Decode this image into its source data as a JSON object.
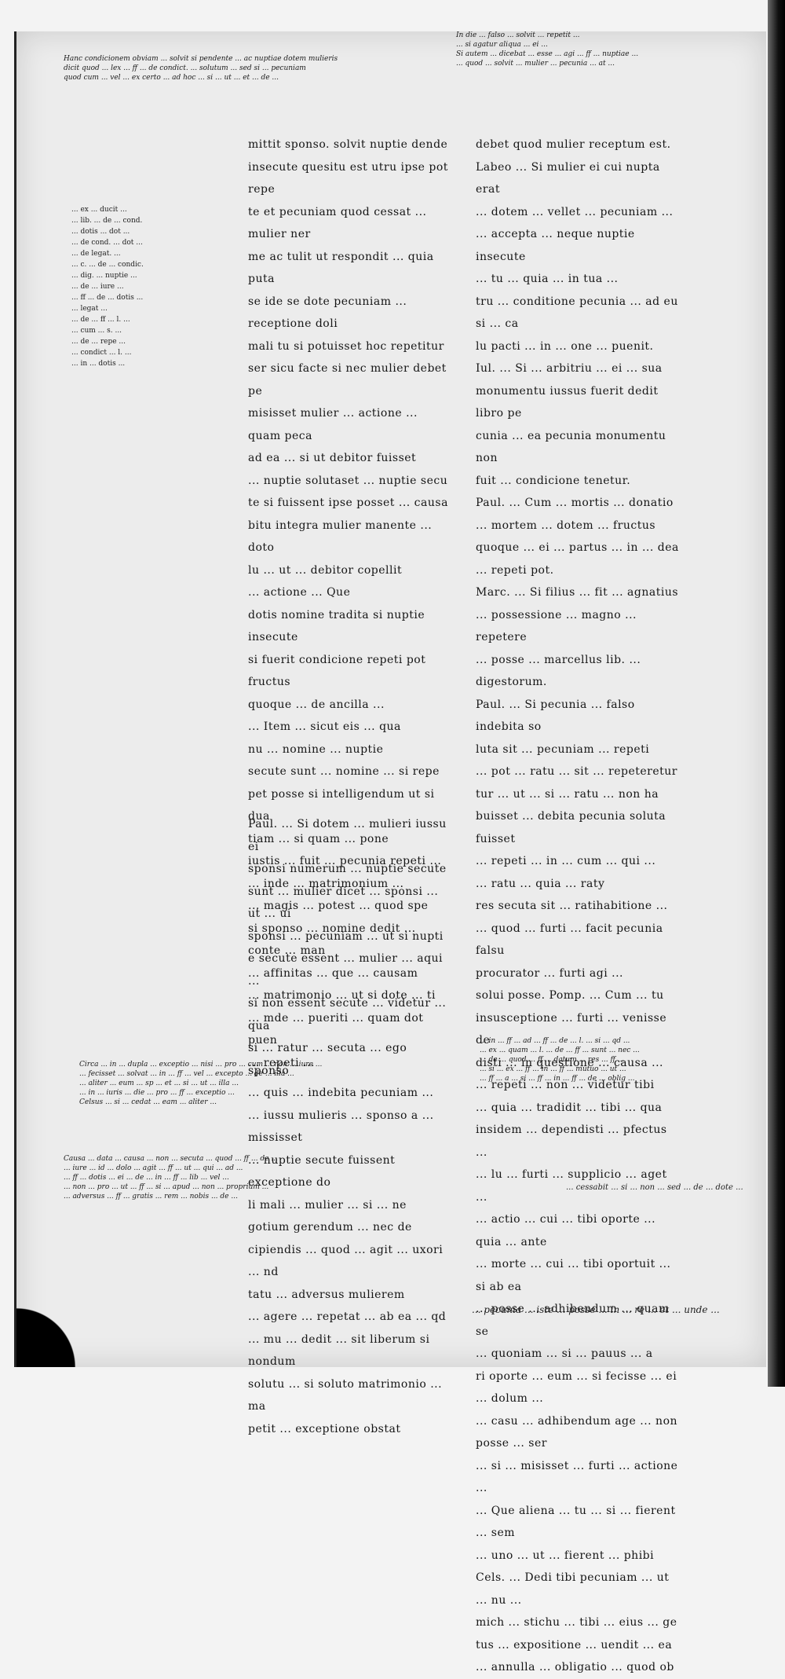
{
  "folio": "",
  "top_gloss": [
    "Hanc condicionem obviam ... solvit si pendente ... ac nuptiae dotem mulieris",
    "dicit quod ... lex ... ff ... de condict. ... solutum ... sed si ... pecuniam",
    "quod cum ... vel ... ex certo ... ad hoc ... si ... ut ... et ... de ..."
  ],
  "right_top_gloss": [
    "In die ... falso ... solvit ... repetit ...",
    "... si agatur aliqua ... ei ...",
    "Si autem ... dicebat ... esse ... agi ... ff ... nuptiae ...",
    "... quod ... solvit ... mulier ... pecunia ... at ..."
  ],
  "column_a": [
    "mittit sponso. solvit nuptie dende",
    "insecute quesitu est utru ipse pot repe",
    "te et pecuniam quod cessat ... mulier ner",
    "me ac tulit ut respondit ... quia puta",
    "se ide se dote pecuniam ... receptione doli",
    "mali tu si potuisset hoc repetitur",
    "ser sicu facte si nec mulier debet pe",
    "misisset mulier ... actione ... quam peca",
    "ad ea ... si ut debitor fuisset",
    "... nuptie solutaset ... nuptie secu",
    "te si fuissent ipse posset ... causa",
    "bitu integra mulier manente ... doto",
    "lu ... ut ... debitor copellit",
    "... actione ... Que",
    "dotis nomine tradita si nuptie insecute",
    "si fuerit condicione repeti pot fructus",
    "quoque ... de ancilla ...",
    "... Item ... sicut eis ... qua",
    "nu ... nomine ... nuptie",
    "secute sunt ... nomine ... si repe",
    "pet posse si intelligendum ut si dua",
    "tiam ... si quam ... pone",
    "iustis ... fuit ... pecunia repeti ...",
    "... inde ... matrimonium ...",
    "... magis ... potest ... quod spe",
    "si sponso ... nomine dedit ... conte ... man",
    "... affinitas ... que ... causam",
    "... matrimonio ... ut si dote ... ti",
    "... mde ... pueriti ... quam dot puen",
    "... repeti ..."
  ],
  "column_a_p2": [
    "Paul. ... Si dotem ... mulieri iussu ei",
    "sponsi numerum ... nuptie secute",
    "sunt ... mulier dicet ... sponsi ... ut ... ui",
    "sponsi ... pecuniam ... ut si nupti",
    "e secute essent ... mulier ... aqui ...",
    "si non essent secute ... videtur ... qua",
    "si ... ratur ... secuta ... ego sponso",
    "... quis ... indebita pecuniam ...",
    "... iussu mulieris ... sponso a ... mississet",
    "... nuptie secute fuissent exceptione do",
    "li mali ... mulier ... si ... ne",
    "gotium gerendum ... nec de",
    "cipiendis ... quod ... agit ... uxori ... nd",
    "tatu ... adversus mulierem",
    "... agere ... repetat ... ab ea ... qd",
    "... mu ... dedit ... sit liberum si nondum",
    "solutu ... si soluto matrimonio ... ma",
    "petit ... exceptione obstat"
  ],
  "column_b": [
    "debet quod mulier receptum est.",
    "Labeo ... Si mulier ei cui nupta erat",
    "... dotem ... vellet ... pecuniam ...",
    "... accepta ... neque nuptie insecute",
    "... tu ... quia ... in tua ...",
    "tru ... conditione pecunia ... ad eu si ... ca",
    "lu pacti ... in ... one ... puenit.",
    "Iul. ... Si ... arbitriu ... ei ... sua",
    "monumentu iussus fuerit dedit libro pe",
    "cunia ... ea pecunia monumentu non",
    "fuit ... condicione tenetur.",
    "Paul. ... Cum ... mortis ... donatio",
    "... mortem ... dotem ... fructus",
    "quoque ... ei ... partus ... in ... dea",
    "... repeti pot.",
    "Marc. ... Si filius ... fit ... agnatius",
    "... possessione ... magno ... repetere",
    "... posse ... marcellus lib. ... digestorum.",
    "Paul. ... Si pecunia ... falso indebita so",
    "luta sit ... pecuniam ... repeti",
    "... pot ... ratu ... sit ... repeteretur",
    "tur ... ut ... si ... ratu ... non ha",
    "buisset ... debita pecunia soluta fuisset",
    "... repeti ... in ... cum ... qui ...",
    "... ratu ... quia ... raty",
    "res secuta sit ... ratihabitione ...",
    "... quod ... furti ... facit pecunia falsu",
    "procurator ... furti agi ...",
    "solui posse. Pomp. ... Cum ... tu",
    "insusceptione ... furti ... venisse de",
    "disti ... in questione ... causa ...",
    "... repeti ... non ... videtur tibi",
    "... quia ... tradidit ... tibi ... qua",
    "insidem ... dependisti ... pfectus ...",
    "... lu ... furti ... supplicio ... aget ...",
    "... actio ... cui ... tibi oporte ... quia ... ante",
    "... morte ... cui ... tibi oportuit ... si ab ea",
    "... posse ... adhibendum ... quam se",
    "... quoniam ... si ... pauus ... a",
    "ri oporte ... eum ... si fecisse ... ei ... dolum ...",
    "... casu ... adhibendum age ... non posse ... ser",
    "... si ... misisset ... furti ... actione ...",
    "... Que aliena ... tu ... si ... fierent ... sem",
    "... uno ... ut ... fierent ... phibi",
    "Cels. ... Dedi tibi pecuniam ... ut ... nu ...",
    "mich ... stichu ... tibi ... eius ... ge",
    "tus ... expositione ... uendit ... ea",
    "... annulla ... obligatio ... quod ob"
  ],
  "left_margin_lines": [
    "... ex ... ducit ...",
    "... lib. ... de ... cond.",
    "... dotis ... dot ...",
    "... de cond. ... dot ...",
    "... de legat. ...",
    "... c. ... de ... condic.",
    "... dig. ... nuptie ...",
    "... de ... iure ...",
    "... ff ... de ... dotis ...",
    "... legat ...",
    "... de ... ff ... l. ...",
    "... cum ... s. ...",
    "... de ... repe ...",
    "... condict ... l. ...",
    "... in ... dotis ..."
  ],
  "bottom_left_gloss": [
    "Circa ... in ... dupla ... exceptio ... nisi ... pro ... cum ... non ... iure ...",
    "... fecisset ... solvat ... in ... ff ... vel ... excepto ... de ... illa ...",
    "... aliter ... eum ... sp ... et ... si ... ut ... illa ...",
    "... in ... iuris ... die ... pro ... ff ... exceptio ...",
    "Celsus ... si ... cedat ... eam ... aliter ..."
  ],
  "bottom_left_gloss2": [
    "Causa ... data ... causa ... non ... secuta ... quod ... ff ... de ...",
    "... iure ... id ... dolo ... agit ... ff ... ut ... qui ... ad ...",
    "... ff ... dotis ... ei ... de ... in ... ff ... lib ... vel ...",
    "... non ... pro ... ut ... ff ... si ... apud ... non ... proprium ...",
    "... adversus ... ff ... gratis ... rem ... nobis ... de ..."
  ],
  "bottom_right_gloss": [
    "... in ... ff ... ad ... ff ... de ... l. ... si ... qd ...",
    "... ex ... quam ... l. ... de ... ff ... sunt ... nec ...",
    "... de ... quod ... ff ... datum ... res ... ff ...",
    "... si ... ex ... ff ... in ... ff ... mutuo ... ut ...",
    "... ff ... a ... si ... ff ... in ... ff ... de ... oblig ..."
  ],
  "bottom_right_note": "... cessabit ... si ... non ... sed ... de ... dote ...",
  "signature": "... pecunia ... iste ... posse ... in ... re ... et ... unde ...",
  "page_number": "",
  "colors": {
    "paper": "#ececec",
    "ink": "#151515",
    "binding": "#111111"
  }
}
